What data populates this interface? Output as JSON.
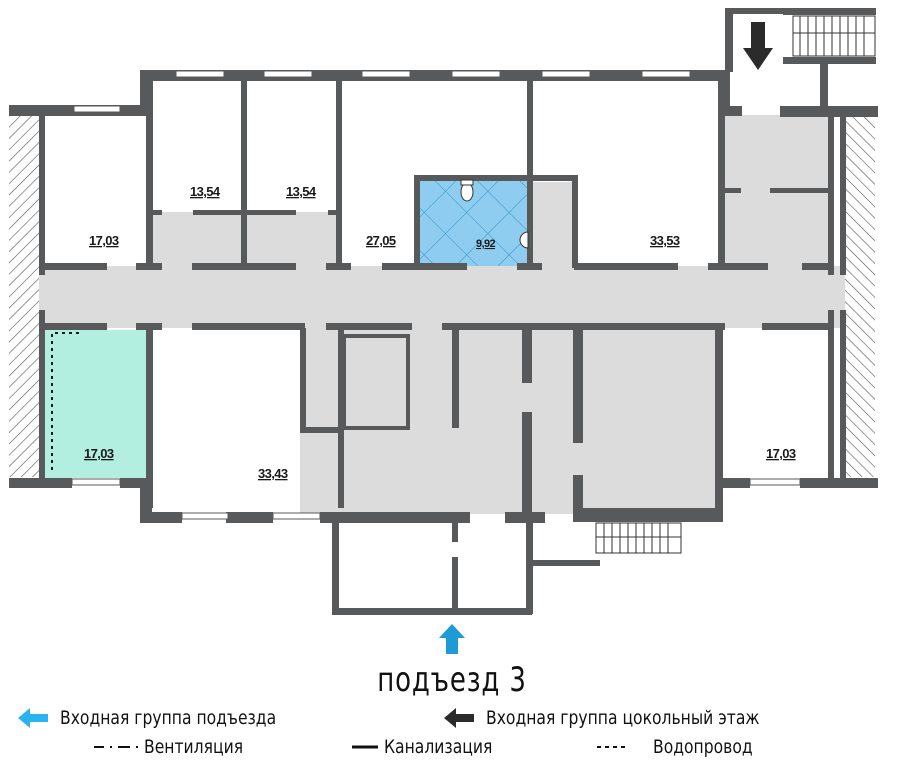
{
  "plan": {
    "entrance_label": "подъезд 3",
    "colors": {
      "wall": "#58595b",
      "corridor": "#dcdcdc",
      "bathroom": "#8fcdf0",
      "bathroom_grid": "#2d8fc4",
      "highlighted_room": "#b2efe0",
      "entrance_arrow": "#1e9ad6",
      "basement_arrow": "#2b2b2b",
      "legend_arrow_blue": "#29b4ef"
    },
    "rooms": [
      {
        "id": "room-nw-corner",
        "area": "17,03"
      },
      {
        "id": "room-north-1",
        "area": "13,54"
      },
      {
        "id": "room-north-2",
        "area": "13,54"
      },
      {
        "id": "room-north-3",
        "area": "27,05"
      },
      {
        "id": "bathroom",
        "area": "9,92"
      },
      {
        "id": "room-north-4",
        "area": "33,53"
      },
      {
        "id": "room-sw-corner-highlighted",
        "area": "17,03"
      },
      {
        "id": "room-south-1",
        "area": "33,43"
      },
      {
        "id": "room-se-corner",
        "area": "17,03"
      }
    ]
  },
  "legend": {
    "entrance_group": "Входная группа подъезда",
    "basement_entrance_group": "Входная группа цокольный этаж",
    "ventilation": "Вентиляция",
    "sewerage": "Канализация",
    "water_supply": "Водопровод"
  }
}
